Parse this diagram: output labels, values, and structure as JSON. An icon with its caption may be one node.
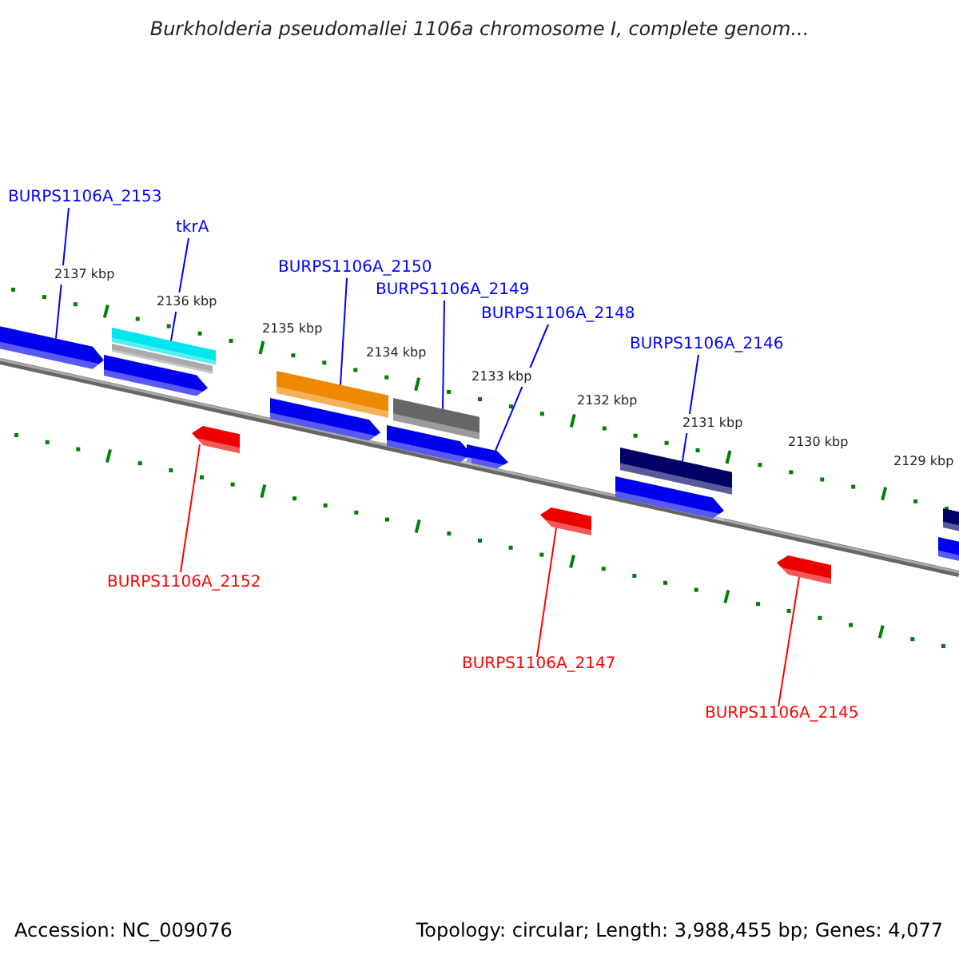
{
  "diagram": {
    "title": "Burkholderia pseudomallei 1106a chromosome I, complete genom...",
    "nodes": [
      {
        "text": [
          "BURPS1106A_2153"
        ]
      },
      {
        "text": [],
        "shape": "bar"
      },
      {
        "text": [
          "tkrA"
        ]
      },
      {
        "text": [],
        "shape": "bar"
      },
      {
        "text": [
          "BURPS1106A_2150"
        ]
      },
      {
        "text": [],
        "shape": "bar"
      },
      {
        "text": [
          "BURPS1106A_2149"
        ]
      },
      {
        "text": [],
        "shape": "bar"
      },
      {
        "text": [
          "BURPS1106A_2148"
        ]
      },
      {
        "text": [],
        "shape": "bar"
      },
      {
        "text": [
          "BURPS1106A_2146"
        ]
      },
      {
        "text": [],
        "shape": "bar"
      },
      {
        "text": [
          "BURPS1106A_2152"
        ]
      },
      {
        "text": [],
        "shape": "bar"
      },
      {
        "text": [
          "BURPS1106A_2147"
        ]
      },
      {
        "text": [],
        "shape": "bar"
      },
      {
        "text": [
          "BURPS1106A_2145"
        ]
      },
      {
        "text": [],
        "shape": "bar"
      },
      {
        "text": [],
        "shape": "bar"
      },
      {
        "text": [],
        "shape": "bar"
      },
      {
        "text": [],
        "shape": "bar"
      },
      {
        "text": [],
        "shape": "bar"
      },
      {
        "text": [],
        "shape": "bar"
      },
      {
        "text": [],
        "shape": "bar"
      },
      {
        "text": [],
        "shape": "bar"
      }
    ],
    "edges": [
      {
        "from": 0,
        "to": 1,
        "arrow": "none"
      },
      {
        "from": 2,
        "to": 3,
        "arrow": "none"
      },
      {
        "from": 4,
        "to": 5,
        "arrow": "none"
      },
      {
        "from": 6,
        "to": 7,
        "arrow": "none"
      },
      {
        "from": 8,
        "to": 9,
        "arrow": "none"
      },
      {
        "from": 10,
        "to": 11,
        "arrow": "none"
      },
      {
        "from": 12,
        "to": 13,
        "arrow": "none",
        "color": "#ff0000"
      },
      {
        "from": 14,
        "to": 15,
        "arrow": "none",
        "color": "#ff0000"
      },
      {
        "from": 16,
        "to": 17,
        "arrow": "none",
        "color": "#ff0000"
      }
    ],
    "labels": [
      "2137 kbp",
      "2136 kbp",
      "2135 kbp",
      "2134 kbp",
      "2133 kbp",
      "2132 kbp",
      "2131 kbp",
      "2130 kbp",
      "2129 kbp",
      "Accession: NC_009076",
      "Topology: circular; Length: 3,988,455 bp; Genes: 4,077"
    ]
  }
}
